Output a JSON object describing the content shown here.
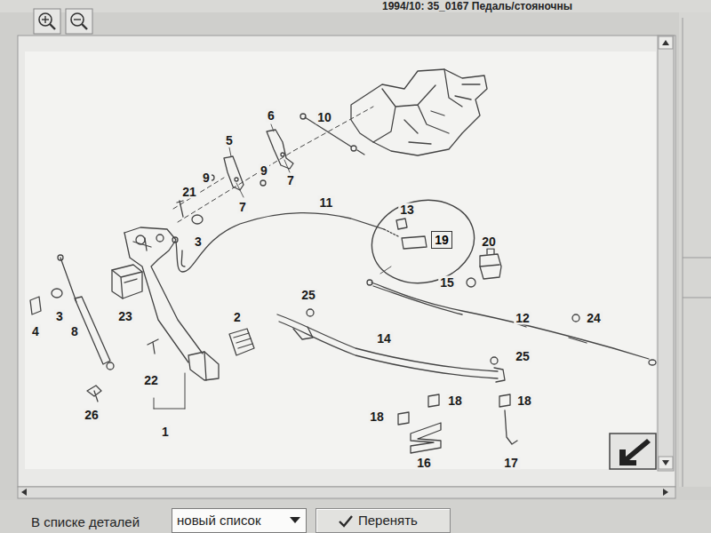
{
  "diagram": {
    "title": "1994/10: 35_0167 Педаль/стояночны",
    "nodes": [
      {
        "text": [
          "19"
        ]
      },
      {
        "text": [
          "новый список"
        ]
      },
      {
        "text": [
          "Перенять"
        ]
      }
    ],
    "labels": [
      "6",
      "10",
      "5",
      "9",
      "9",
      "7",
      "7",
      "21",
      "11",
      "13",
      "3",
      "20",
      "15",
      "23",
      "3",
      "4",
      "8",
      "25",
      "2",
      "12",
      "24",
      "14",
      "25",
      "22",
      "26",
      "1",
      "18",
      "18",
      "18",
      "16",
      "17",
      "В списке деталей"
    ]
  }
}
